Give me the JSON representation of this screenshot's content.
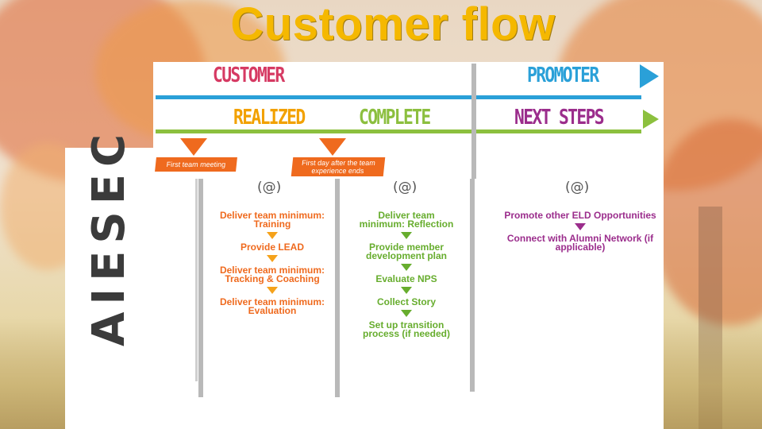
{
  "title": "Customer flow",
  "logo": "AIESEC",
  "headers": {
    "customer": "CUSTOMER",
    "promoter": "PROMOTER",
    "realized": "REALIZED",
    "complete": "COMPLETE",
    "next_steps": "NEXT STEPS"
  },
  "markers": {
    "first": "First team meeting",
    "second": "First day after the team experience ends"
  },
  "at_labels": [
    "(@)",
    "(@)",
    "(@)"
  ],
  "realized_steps": [
    "Deliver team minimum: Training",
    "Provide LEAD",
    "Deliver team minimum: Tracking & Coaching",
    "Deliver team minimum: Evaluation"
  ],
  "complete_steps": [
    "Deliver team minimum: Reflection",
    "Provide member development plan",
    "Evaluate NPS",
    "Collect Story",
    "Set up transition process (if needed)"
  ],
  "next_steps": [
    "Promote other ELD Opportunities",
    "Connect with Alumni Network (if applicable)"
  ],
  "colors": {
    "title": "#f5b800",
    "customer": "#d63a63",
    "promoter": "#2aa0d8",
    "realized": "#f2a100",
    "complete": "#8cbf3f",
    "next_steps": "#9b2d8c",
    "marker": "#ef6a1e"
  }
}
